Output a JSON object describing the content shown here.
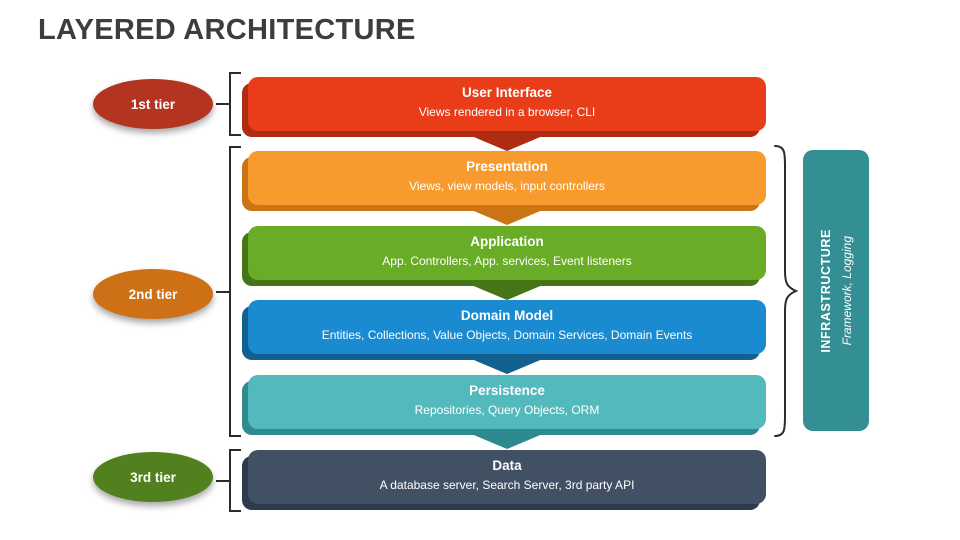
{
  "title": "LAYERED ARCHITECTURE",
  "diagram": {
    "line_color": "#2b2b2b",
    "background": "#ffffff"
  },
  "tiers": [
    {
      "label": "1st tier",
      "color": "#b23421"
    },
    {
      "label": "2nd tier",
      "color": "#ce7015"
    },
    {
      "label": "3rd tier",
      "color": "#52801f"
    }
  ],
  "layers": [
    {
      "title": "User Interface",
      "subtitle": "Views rendered in a browser, CLI",
      "color": "#e83d18",
      "shadow": "#ae2d12"
    },
    {
      "title": "Presentation",
      "subtitle": "Views, view models, input controllers",
      "color": "#f79b2e",
      "shadow": "#cc7514"
    },
    {
      "title": "Application",
      "subtitle": "App. Controllers, App. services, Event listeners",
      "color": "#69ad27",
      "shadow": "#467518"
    },
    {
      "title": "Domain Model",
      "subtitle": "Entities, Collections, Value Objects, Domain Services, Domain Events",
      "color": "#1a8ad1",
      "shadow": "#12608f"
    },
    {
      "title": "Persistence",
      "subtitle": "Repositories, Query Objects, ORM",
      "color": "#52b9bd",
      "shadow": "#2e8a8e"
    },
    {
      "title": "Data",
      "subtitle": "A database server, Search Server, 3rd party API",
      "color": "#415063",
      "shadow": "#2b3a4c"
    }
  ],
  "infrastructure": {
    "title": "INFRASTRUCTURE",
    "subtitle": "Framework, Logging",
    "color": "#338f94"
  }
}
